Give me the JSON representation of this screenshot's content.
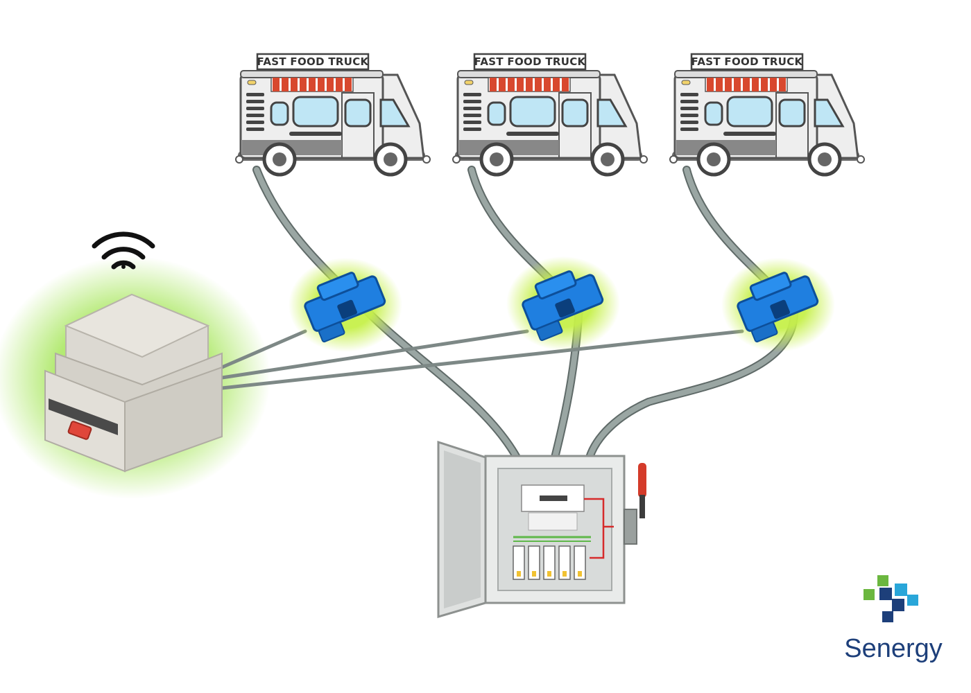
{
  "trucks": [
    {
      "sign": "FAST FOOD TRUCK"
    },
    {
      "sign": "FAST FOOD TRUCK"
    },
    {
      "sign": "FAST FOOD TRUCK"
    }
  ],
  "brand": {
    "name": "Senergy"
  },
  "colors": {
    "cable": "#8e9a97",
    "cable_dark": "#5f6a68",
    "clamp": "#1f7fe0",
    "glow": "#9be04a",
    "truck_body": "#eeeeee",
    "truck_outline": "#555555",
    "window": "#bfe6f5",
    "awning_red": "#d8482e",
    "panel": "#e9ebea",
    "breaker_yellow": "#f1c232",
    "brand_blue": "#1d3f7a",
    "brand_green": "#6bb73f",
    "brand_cyan": "#29a6d9"
  },
  "icons": [
    "wifi-icon",
    "energy-monitor-device",
    "current-clamp-icon",
    "food-truck-icon",
    "electrical-panel-icon",
    "senergy-logo-icon"
  ]
}
